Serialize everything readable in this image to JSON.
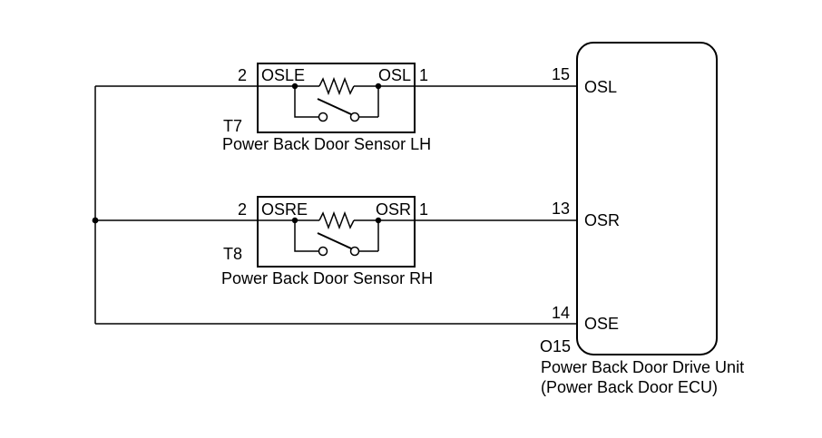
{
  "diagram": {
    "title_hint": "Power back door sensor wiring diagram",
    "colors": {
      "line": "#000000",
      "background": "#ffffff"
    },
    "sensor_lh": {
      "pin_left": "2",
      "terminal_left": "OSLE",
      "terminal_right": "OSL",
      "pin_right": "1",
      "code": "T7",
      "name": "Power Back Door Sensor LH"
    },
    "sensor_rh": {
      "pin_left": "2",
      "terminal_left": "OSRE",
      "terminal_right": "OSR",
      "pin_right": "1",
      "code": "T8",
      "name": "Power Back Door Sensor RH"
    },
    "ecu": {
      "code": "O15",
      "name_line1": "Power Back Door Drive Unit",
      "name_line2": "(Power Back Door ECU)",
      "pins": [
        {
          "number": "15",
          "label": "OSL"
        },
        {
          "number": "13",
          "label": "OSR"
        },
        {
          "number": "14",
          "label": "OSE"
        }
      ]
    }
  }
}
